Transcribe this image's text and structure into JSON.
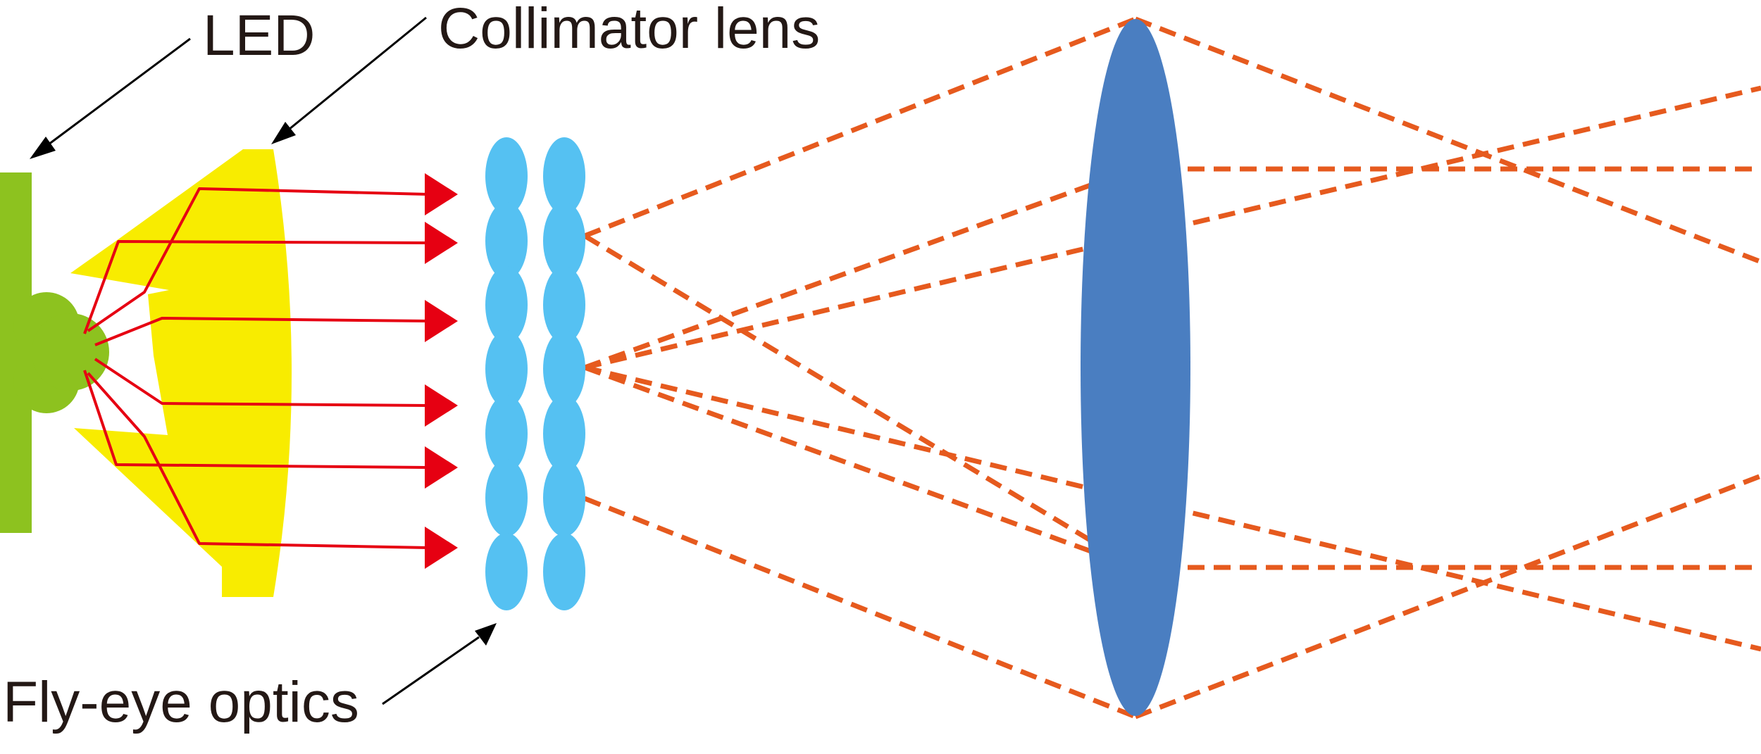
{
  "labels": {
    "led": "LED",
    "collimator": "Collimator lens",
    "fly_eye": "Fly-eye optics"
  },
  "colors": {
    "led": "#8dc21f",
    "collimator": "#f8ec00",
    "ray": "#e60012",
    "arrowhead": "#e60012",
    "fly_eye": "#55c1f2",
    "main_lens": "#4a7ec1",
    "projection": "#e65a1e",
    "text": "#231815",
    "pointer": "#000000"
  }
}
